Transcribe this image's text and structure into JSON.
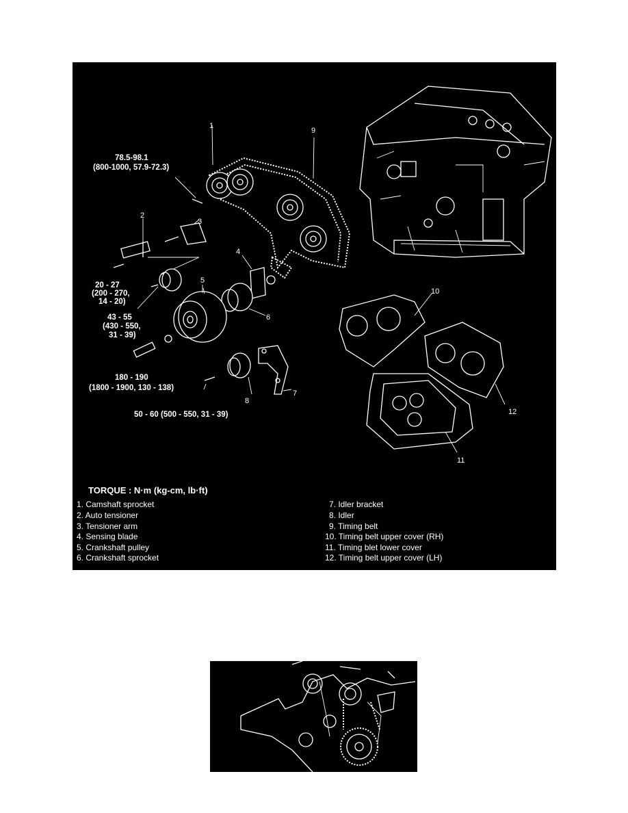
{
  "torque_specs": {
    "spec_1_line1": "78.5-98.1",
    "spec_1_line2": "(800-1000, 57.9-72.3)",
    "spec_2_line1": "20 - 27",
    "spec_2_line2": "(200 - 270,",
    "spec_2_line3": "14 - 20)",
    "spec_3_line1": "43 - 55",
    "spec_3_line2": "(430 - 550,",
    "spec_3_line3": "31 - 39)",
    "spec_4_line1": "180 - 190",
    "spec_4_line2": "(1800 - 1900, 130 - 138)",
    "spec_5_line1": "50 - 60 (500 - 550, 31 - 39)"
  },
  "callouts": [
    "1",
    "2",
    "3",
    "4",
    "5",
    "6",
    "7",
    "8",
    "9",
    "10",
    "11",
    "12"
  ],
  "torque_heading": "TORQUE : N·m (kg-cm, lb·ft)",
  "legend": [
    "1. Camshaft sprocket",
    "2. Auto tensioner",
    "3. Tensioner arm",
    "4. Sensing blade",
    "5. Crankshaft pulley",
    "6. Crankshaft sprocket",
    "7. Idler bracket",
    "8. Idler",
    "9. Timing belt",
    "10. Timing belt upper cover (RH)",
    "11. Timing blet lower cover",
    "12. Timing belt upper cover (LH)"
  ],
  "colors": {
    "panel_background": "#000000",
    "line_art": "#ffffff",
    "page_background": "#ffffff"
  }
}
